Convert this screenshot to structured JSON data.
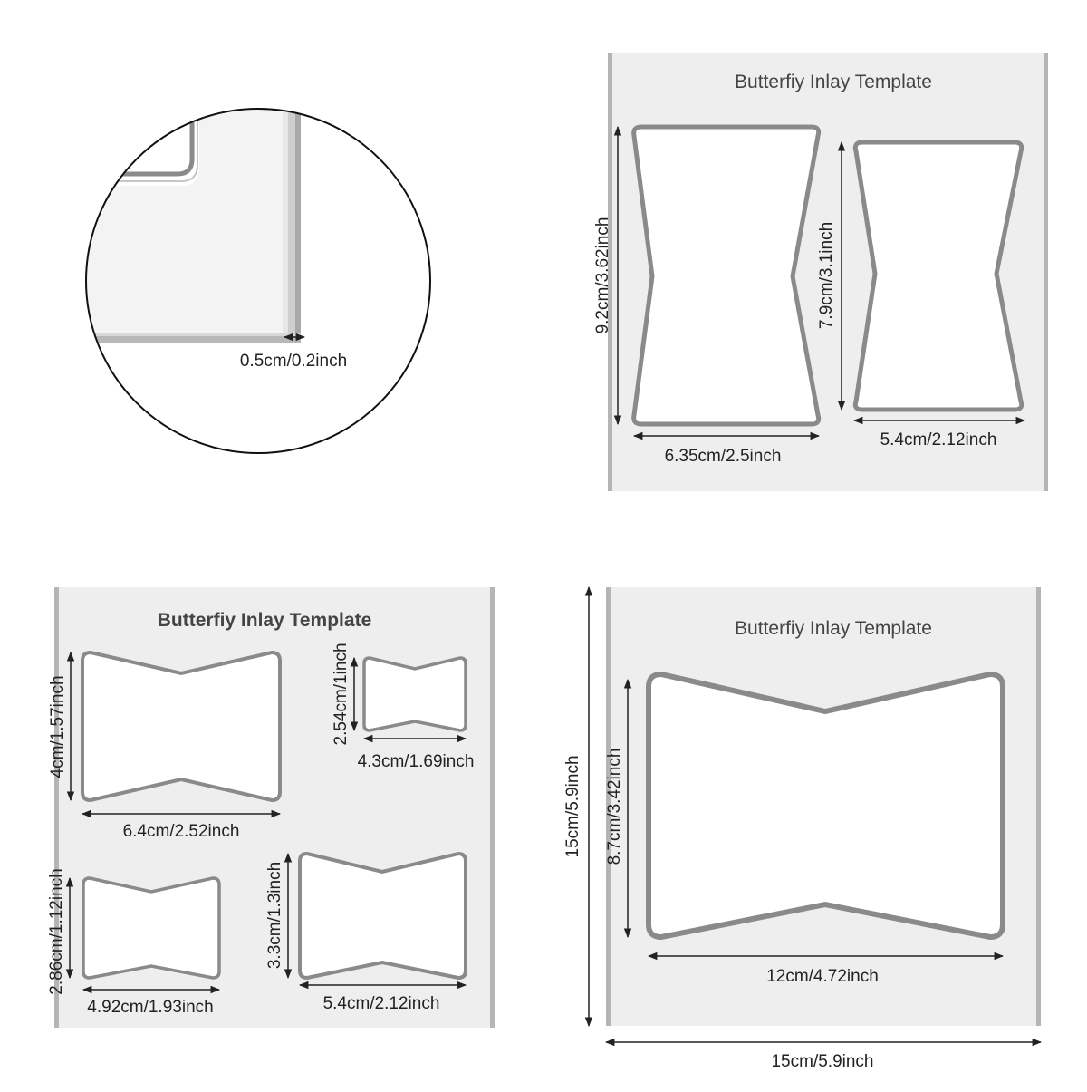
{
  "colors": {
    "plate_fill": "#eeeeee",
    "plate_edge": "#9a9a9a",
    "cutout_fill": "#ffffff",
    "cutout_rim": "#8a8a8a",
    "dimension": "#222222"
  },
  "detail": {
    "thickness_label": "0.5cm/0.2inch"
  },
  "template_a": {
    "title": "Butterfiy Inlay Template",
    "shape_1": {
      "height_label": "9.2cm/3.62inch",
      "width_label": "6.35cm/2.5inch"
    },
    "shape_2": {
      "height_label": "7.9cm/3.1inch",
      "width_label": "5.4cm/2.12inch"
    }
  },
  "template_b": {
    "title": "Butterfiy Inlay Template",
    "shape_1": {
      "height_label": "4cm/1.57inch",
      "width_label": "6.4cm/2.52inch"
    },
    "shape_2": {
      "height_label": "2.54cm/1inch",
      "width_label": "4.3cm/1.69inch"
    },
    "shape_3": {
      "height_label": "2.86cm/1.12inch",
      "width_label": "4.92cm/1.93inch"
    },
    "shape_4": {
      "height_label": "3.3cm/1.3inch",
      "width_label": "5.4cm/2.12inch"
    }
  },
  "template_c": {
    "title": "Butterfiy Inlay Template",
    "shape_1": {
      "height_label": "8.7cm/3.42inch",
      "width_label": "12cm/4.72inch"
    },
    "plate_height_label": "15cm/5.9inch",
    "plate_width_label": "15cm/5.9inch"
  }
}
